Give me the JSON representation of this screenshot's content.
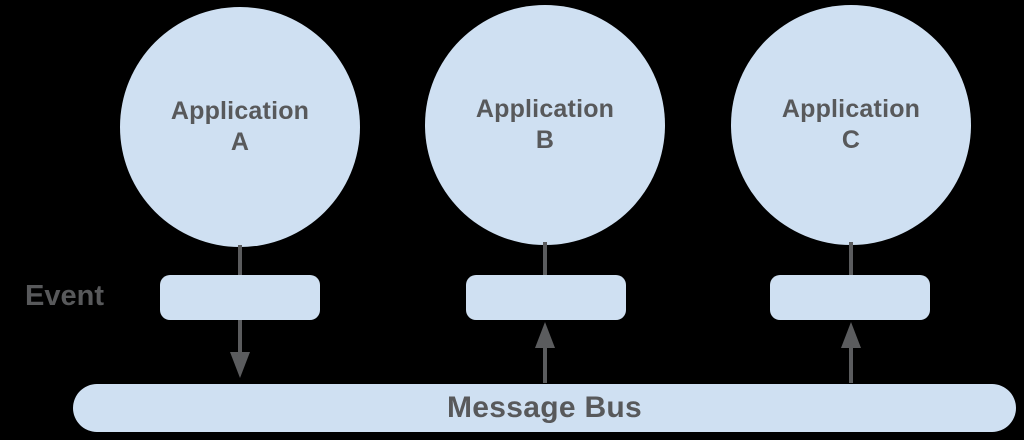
{
  "diagram": {
    "background_color": "#000000",
    "node_fill_color": "#cfe0f2",
    "text_color": "#58595b",
    "arrow_color": "#5b5c5e",
    "nodes": [
      {
        "label_line1": "Application",
        "label_line2": "A",
        "arrow_direction": "down-to-bus"
      },
      {
        "label_line1": "Application",
        "label_line2": "B",
        "arrow_direction": "up-from-bus"
      },
      {
        "label_line1": "Application",
        "label_line2": "C",
        "arrow_direction": "up-from-bus"
      }
    ],
    "event_label": "Event",
    "bus_label": "Message Bus"
  }
}
